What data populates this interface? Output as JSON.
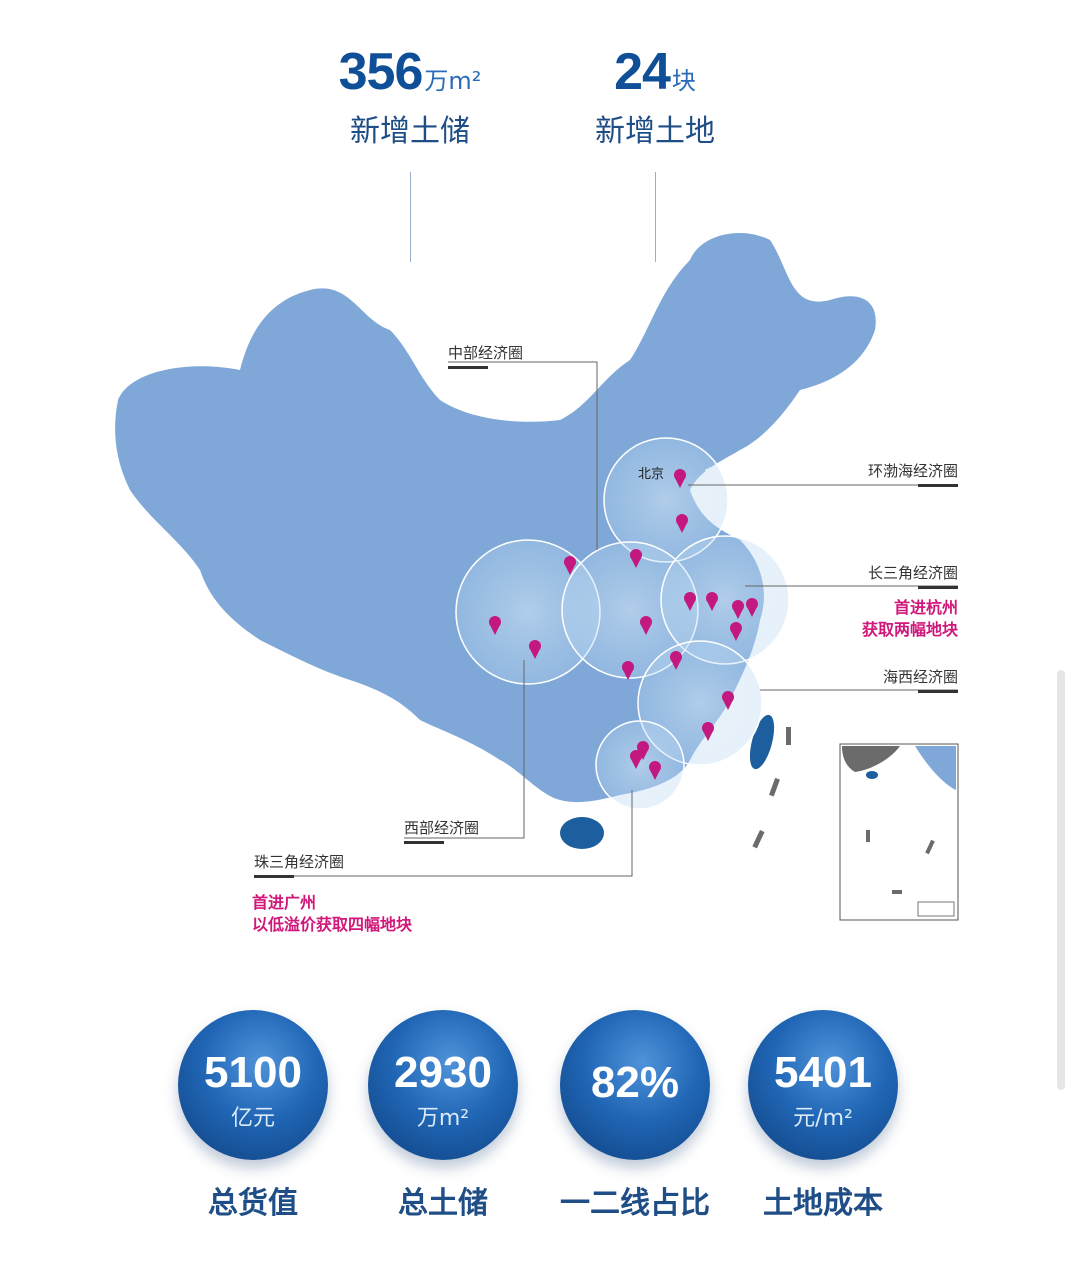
{
  "top_stats": [
    {
      "value": "356",
      "unit": "万m²",
      "label": "新增土储"
    },
    {
      "value": "24",
      "unit": "块",
      "label": "新增土地"
    }
  ],
  "regions": {
    "central": "中部经济圈",
    "bohai": "环渤海经济圈",
    "yangtze": "长三角经济圈",
    "haixi": "海西经济圈",
    "west": "西部经济圈",
    "pearl": "珠三角经济圈"
  },
  "notes": {
    "hangzhou_line1": "首进杭州",
    "hangzhou_line2": "获取两幅地块",
    "guangzhou_line1": "首进广州",
    "guangzhou_line2": "以低溢价获取四幅地块"
  },
  "map": {
    "land_color": "#7fa8d8",
    "circle_color": "#cfe4f6",
    "pin_color": "#c2187f",
    "beijing_label": "北京"
  },
  "bottom_stats": [
    {
      "value": "5100",
      "unit": "亿元",
      "label": "总货值"
    },
    {
      "value": "2930",
      "unit": "万m²",
      "label": "总土储"
    },
    {
      "value": "82%",
      "unit": "",
      "label": "一二线占比"
    },
    {
      "value": "5401",
      "unit": "元/m²",
      "label": "土地成本"
    }
  ]
}
